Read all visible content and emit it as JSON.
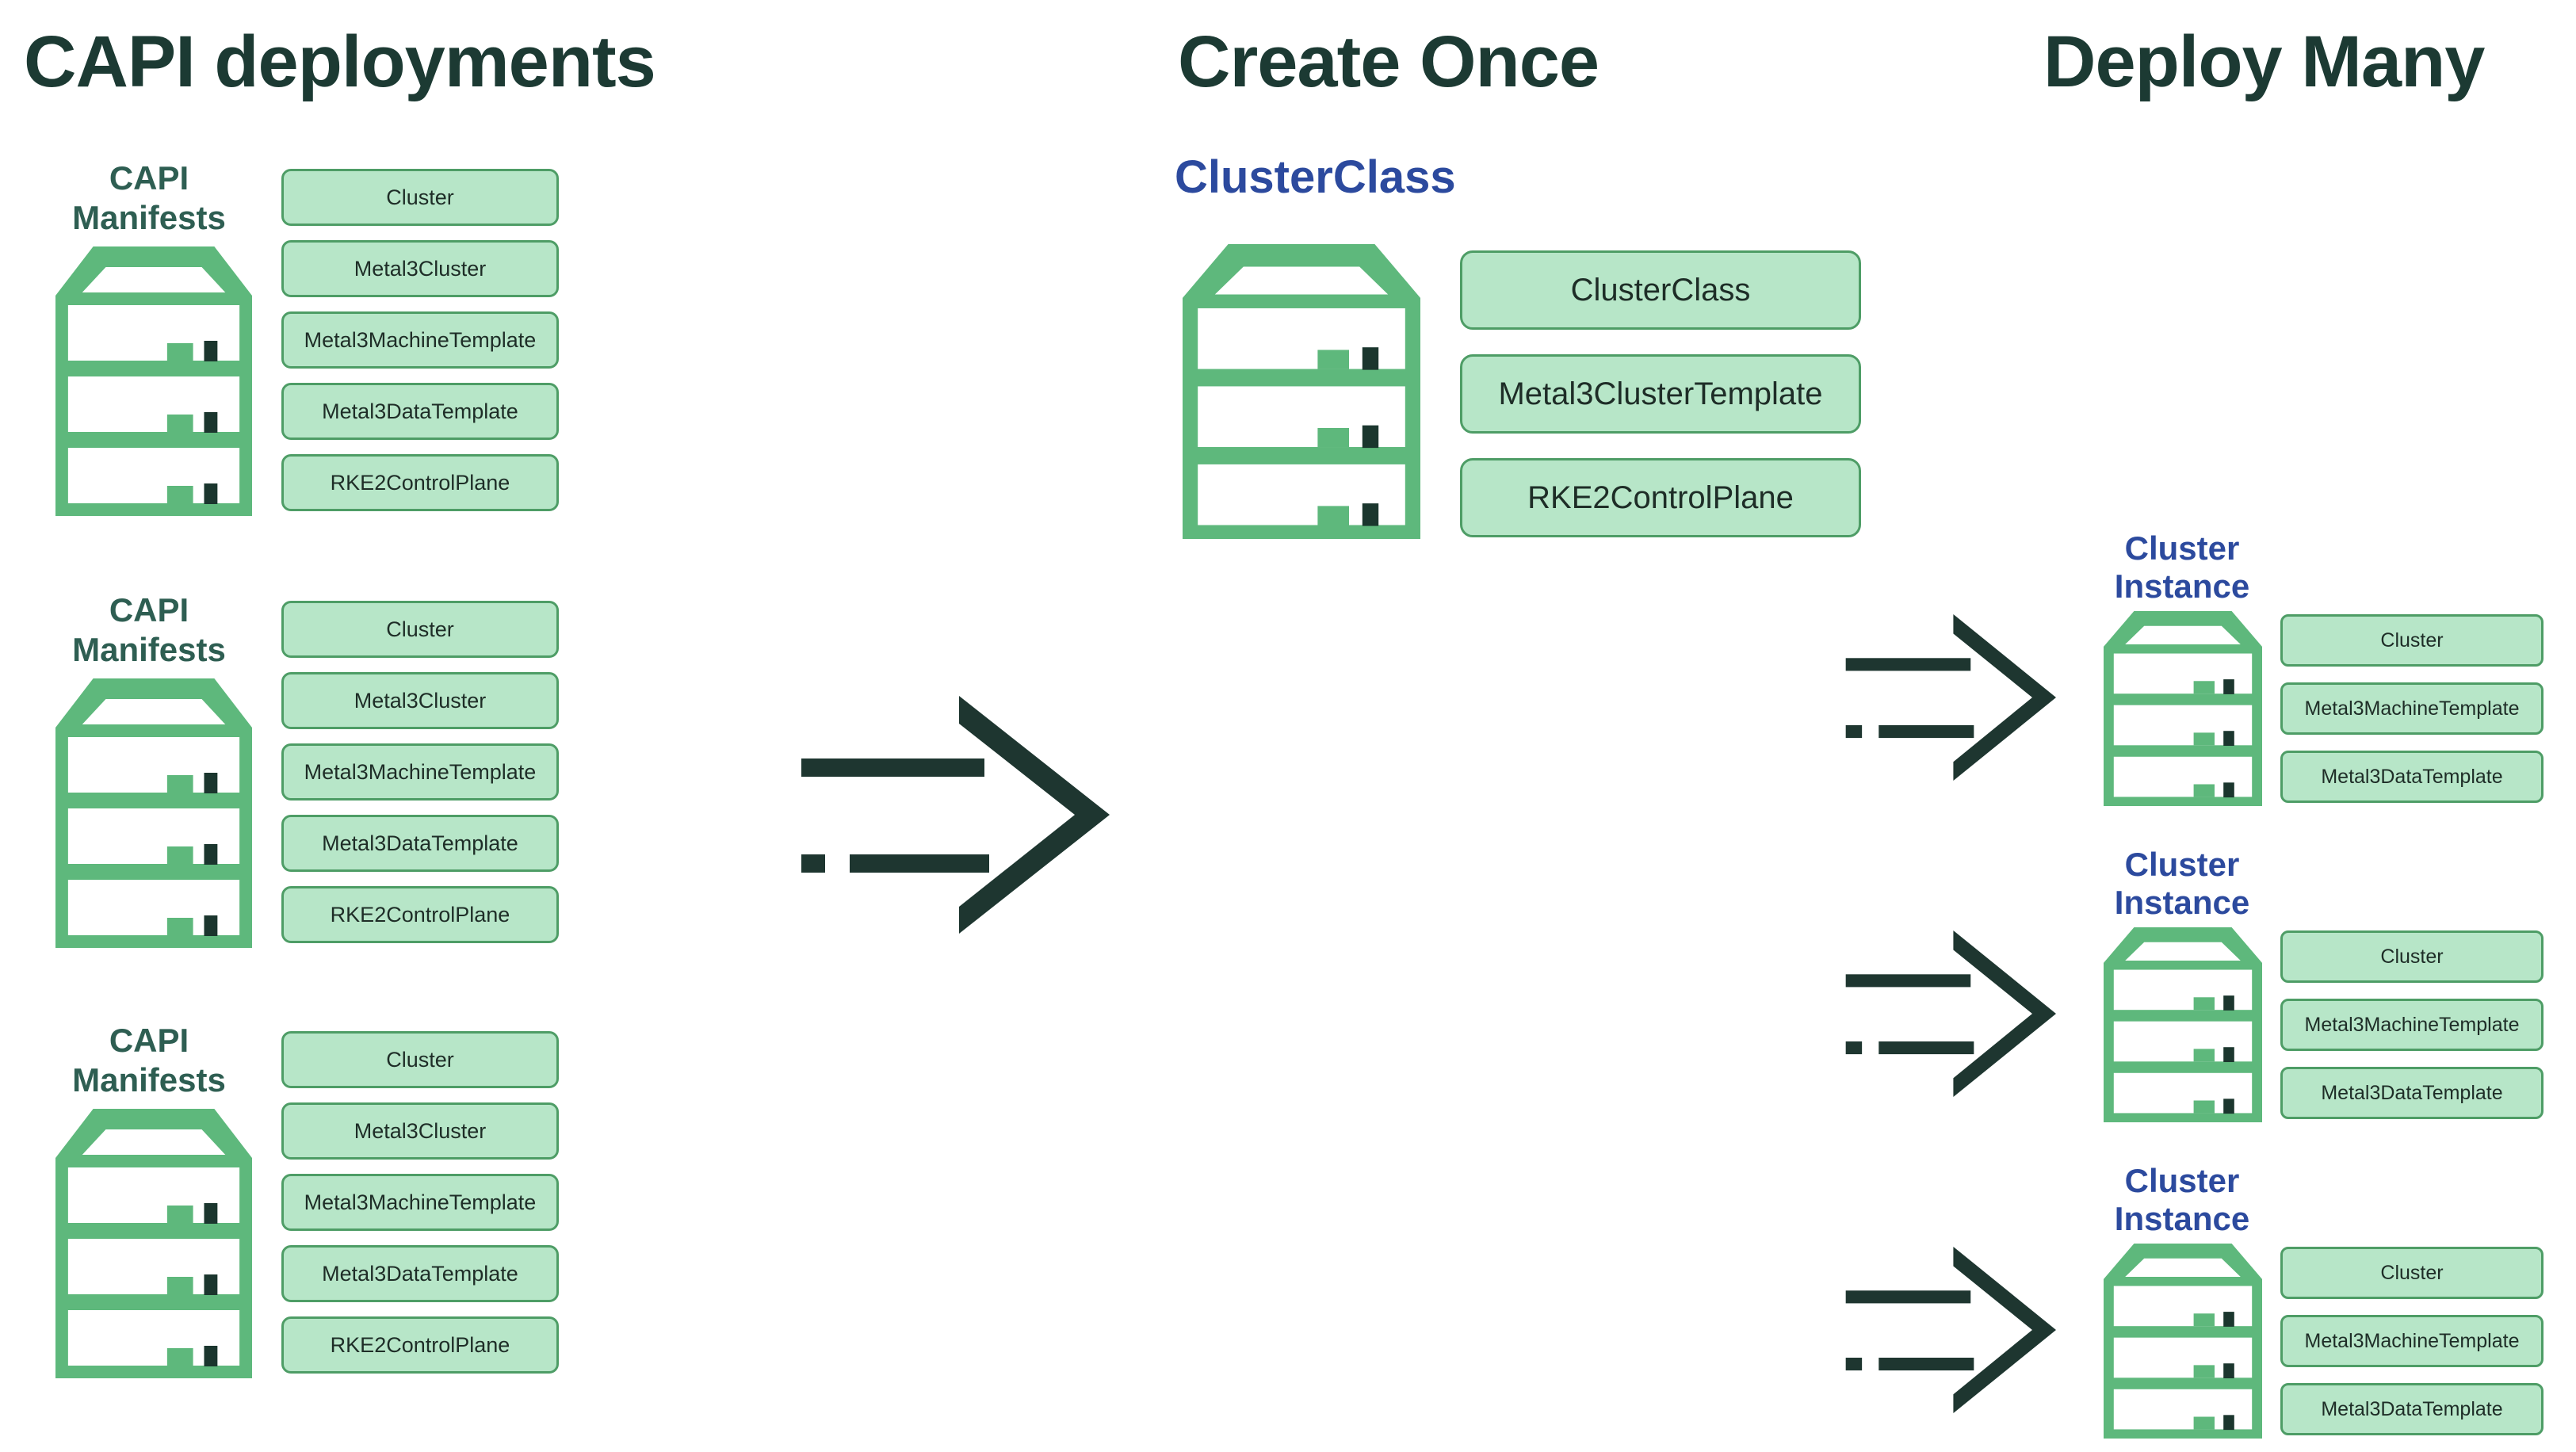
{
  "titles": {
    "capi_deployments": "CAPI deployments",
    "create_once": "Create Once",
    "deploy_many": "Deploy Many"
  },
  "colors": {
    "background": "#FFFFFF",
    "title_text": "#1C3A33",
    "manifest_label_text": "#2E5E52",
    "blue_heading_text": "#2C4A9E",
    "server_green": "#5EB87C",
    "server_dark_slot": "#1B362E",
    "box_fill": "#B7E6C8",
    "box_border": "#4E9D66",
    "box_text": "#1E2D27",
    "arrow": "#1E3630"
  },
  "icons": {
    "server": "server-rack-icon",
    "arrow": "dashed-right-arrow-icon"
  },
  "manifest_groups": [
    {
      "label_line1": "CAPI",
      "label_line2": "Manifests",
      "boxes": [
        "Cluster",
        "Metal3Cluster",
        "Metal3MachineTemplate",
        "Metal3DataTemplate",
        "RKE2ControlPlane"
      ]
    },
    {
      "label_line1": "CAPI",
      "label_line2": "Manifests",
      "boxes": [
        "Cluster",
        "Metal3Cluster",
        "Metal3MachineTemplate",
        "Metal3DataTemplate",
        "RKE2ControlPlane"
      ]
    },
    {
      "label_line1": "CAPI",
      "label_line2": "Manifests",
      "boxes": [
        "Cluster",
        "Metal3Cluster",
        "Metal3MachineTemplate",
        "Metal3DataTemplate",
        "RKE2ControlPlane"
      ]
    }
  ],
  "cluster_class_section": {
    "heading": "ClusterClass",
    "boxes": [
      "ClusterClass",
      "Metal3ClusterTemplate",
      "RKE2ControlPlane"
    ]
  },
  "cluster_instances": [
    {
      "label_line1": "Cluster",
      "label_line2": "Instance",
      "boxes": [
        "Cluster",
        "Metal3MachineTemplate",
        "Metal3DataTemplate"
      ]
    },
    {
      "label_line1": "Cluster",
      "label_line2": "Instance",
      "boxes": [
        "Cluster",
        "Metal3MachineTemplate",
        "Metal3DataTemplate"
      ]
    },
    {
      "label_line1": "Cluster",
      "label_line2": "Instance",
      "boxes": [
        "Cluster",
        "Metal3MachineTemplate",
        "Metal3DataTemplate"
      ]
    }
  ]
}
